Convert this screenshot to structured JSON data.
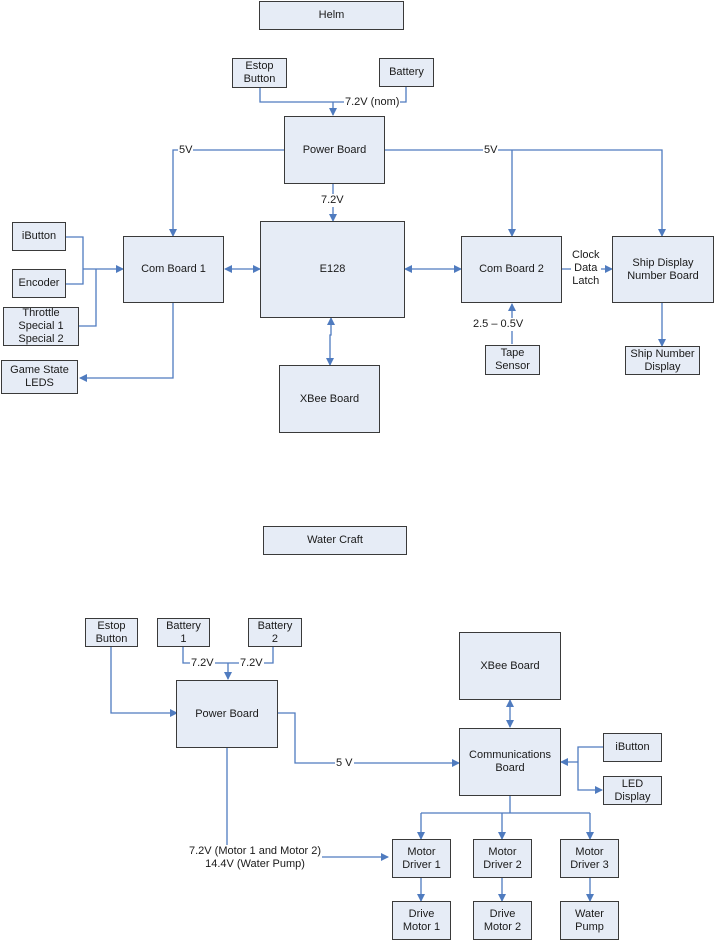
{
  "helm": {
    "title": "Helm",
    "blocks": {
      "estop": "Estop\nButton",
      "battery": "Battery",
      "power_board": "Power Board",
      "e128": "E128",
      "com_board_1": "Com Board 1",
      "com_board_2": "Com Board 2",
      "ship_display_board": "Ship Display\nNumber Board",
      "ship_number_display": "Ship Number\nDisplay",
      "ibutton": "iButton",
      "encoder": "Encoder",
      "throttle": "Throttle\nSpecial 1\nSpecial 2",
      "game_state_leds": "Game State\nLEDS",
      "xbee_board": "XBee Board",
      "tape_sensor": "Tape\nSensor"
    },
    "labels": {
      "battery_voltage": "7.2V (nom)",
      "five_v_left": "5V",
      "five_v_right": "5V",
      "e128_voltage": "7.2V",
      "tape_range": "2.5 – 0.5V",
      "serial_signals": "Clock\nData\nLatch"
    }
  },
  "watercraft": {
    "title": "Water Craft",
    "blocks": {
      "estop": "Estop\nButton",
      "battery_1": "Battery\n1",
      "battery_2": "Battery\n2",
      "power_board": "Power Board",
      "xbee_board": "XBee Board",
      "comm_board": "Communications\nBoard",
      "ibutton": "iButton",
      "led_display": "LED\nDisplay",
      "motor_driver_1": "Motor\nDriver 1",
      "motor_driver_2": "Motor\nDriver 2",
      "motor_driver_3": "Motor\nDriver 3",
      "drive_motor_1": "Drive\nMotor 1",
      "drive_motor_2": "Drive\nMotor 2",
      "water_pump": "Water\nPump"
    },
    "labels": {
      "battery_1_voltage": "7.2V",
      "battery_2_voltage": "7.2V",
      "comm_voltage": "5 V",
      "motor_voltage": "7.2V (Motor 1 and Motor 2)\n14.4V (Water Pump)"
    }
  },
  "colors": {
    "wire": "#4f7bbf",
    "box_fill": "#e6ecf6",
    "box_border": "#3a3a3a"
  }
}
